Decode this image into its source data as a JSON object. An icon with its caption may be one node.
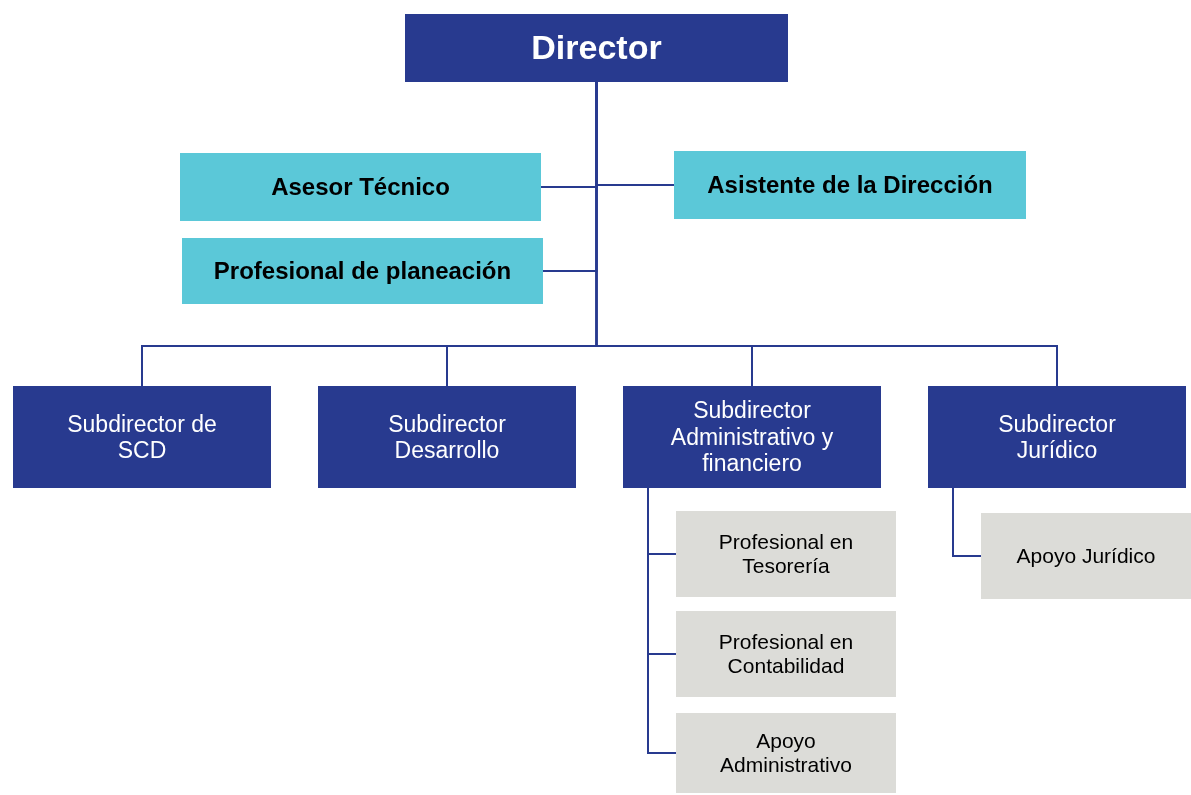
{
  "diagram": {
    "nodes": [
      {
        "text": [
          "Director"
        ]
      },
      {
        "text": [
          "Asesor Técnico"
        ]
      },
      {
        "text": [
          "Asistente de la Dirección"
        ]
      },
      {
        "text": [
          "Profesional de planeación"
        ]
      },
      {
        "text": [
          "Subdirector de SCD"
        ]
      },
      {
        "text": [
          "Subdirector Desarrollo"
        ]
      },
      {
        "text": [
          "Subdirector Administrativo y financiero"
        ]
      },
      {
        "text": [
          "Subdirector Jurídico"
        ]
      },
      {
        "text": [
          "Profesional en Tesorería"
        ]
      },
      {
        "text": [
          "Profesional en Contabilidad"
        ]
      },
      {
        "text": [
          "Apoyo Administrativo"
        ]
      },
      {
        "text": [
          "Apoyo Jurídico"
        ]
      }
    ],
    "edges": [
      {
        "from": 0,
        "to": 1,
        "arrow": "none"
      },
      {
        "from": 0,
        "to": 2,
        "arrow": "none"
      },
      {
        "from": 0,
        "to": 3,
        "arrow": "none"
      },
      {
        "from": 0,
        "to": 4,
        "arrow": "none"
      },
      {
        "from": 0,
        "to": 5,
        "arrow": "none"
      },
      {
        "from": 0,
        "to": 6,
        "arrow": "none"
      },
      {
        "from": 0,
        "to": 7,
        "arrow": "none"
      },
      {
        "from": 6,
        "to": 8,
        "arrow": "none"
      },
      {
        "from": 6,
        "to": 9,
        "arrow": "none"
      },
      {
        "from": 6,
        "to": 10,
        "arrow": "none"
      },
      {
        "from": 7,
        "to": 11,
        "arrow": "none"
      }
    ]
  }
}
